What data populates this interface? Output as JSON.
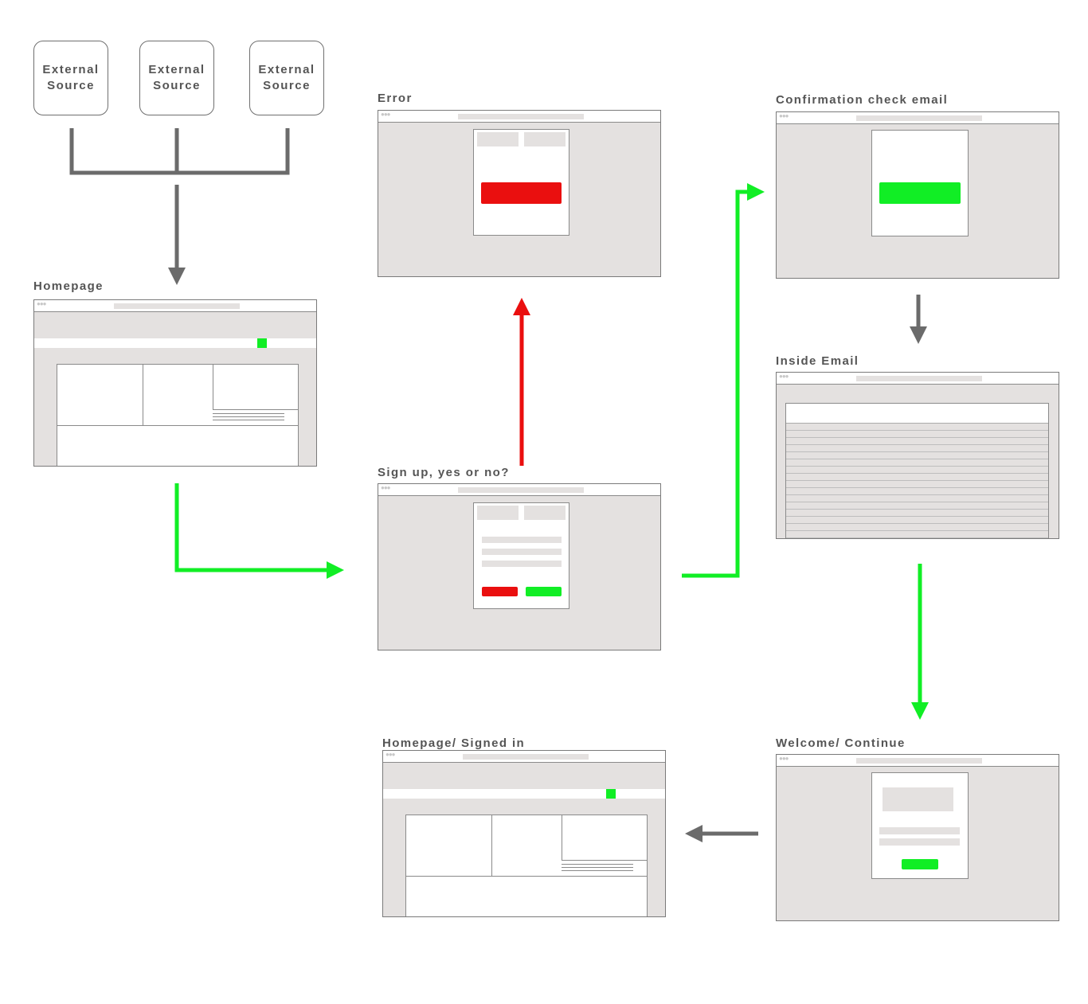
{
  "sources": [
    {
      "label": "External\nSource"
    },
    {
      "label": "External\nSource"
    },
    {
      "label": "External\nSource"
    }
  ],
  "screens": {
    "homepage": "Homepage",
    "error": "Error",
    "signup": "Sign up, yes or no?",
    "confirmation": "Confirmation check email",
    "inside_email": "Inside Email",
    "welcome": "Welcome/ Continue",
    "signed_in": "Homepage/ Signed in"
  },
  "colors": {
    "success": "#11ee25",
    "error": "#ea0f0f",
    "neutral": "#6b6b6b",
    "screen_bg": "#e4e1e0"
  }
}
